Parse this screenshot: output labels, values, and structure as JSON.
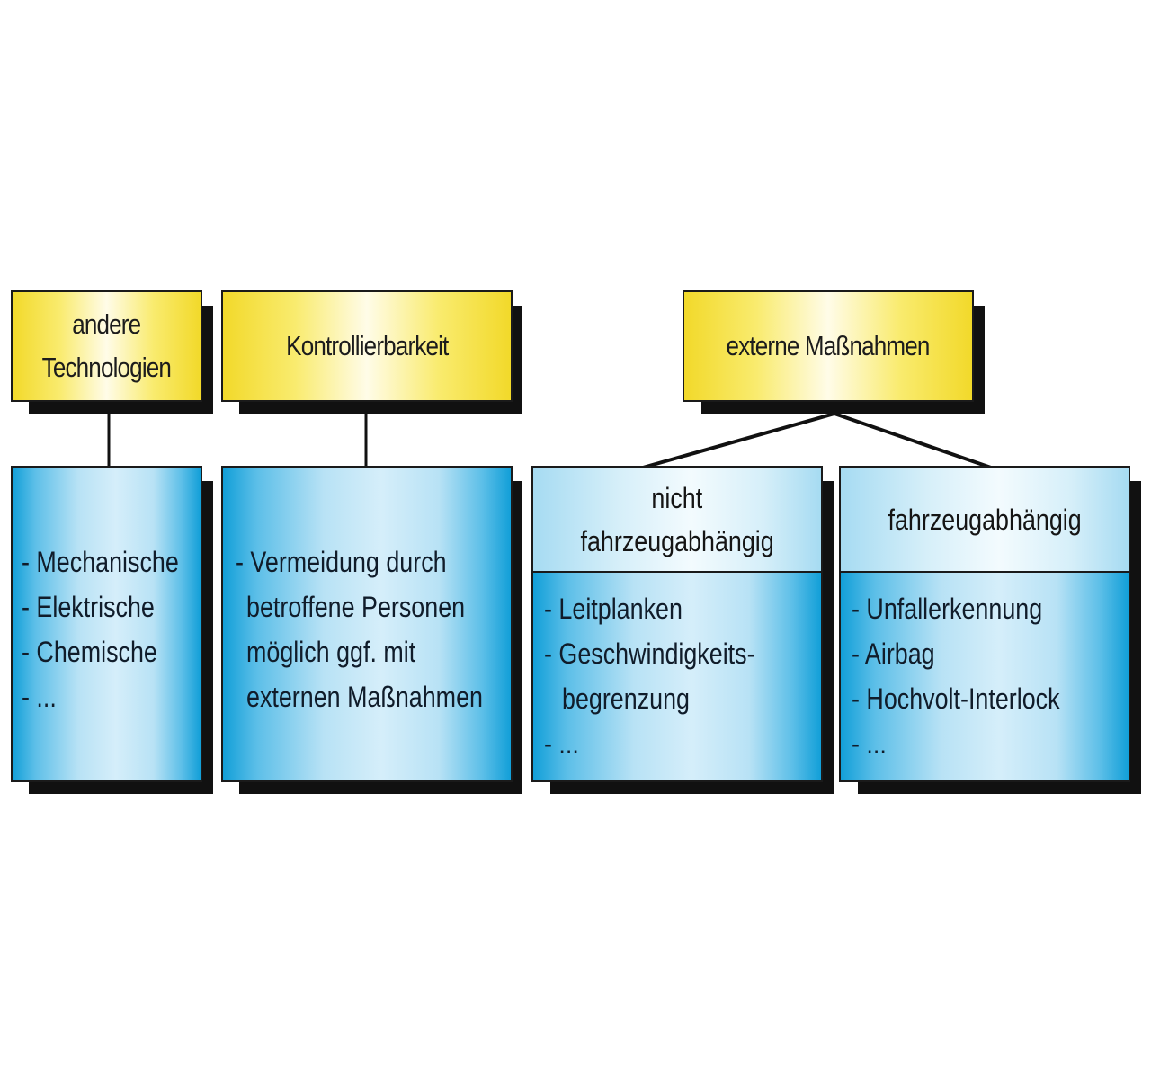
{
  "diagram": {
    "categories": [
      {
        "id": "andere-technologien",
        "header_lines": [
          "andere",
          "Technologien"
        ],
        "items": [
          "- Mechanische",
          "- Elektrische",
          "- Chemische",
          "- ..."
        ]
      },
      {
        "id": "kontrollierbarkeit",
        "header_lines": [
          "Kontrollierbarkeit"
        ],
        "items": [
          "- Vermeidung durch",
          "betroffene Personen",
          "möglich ggf. mit",
          "externen Maßnahmen"
        ]
      },
      {
        "id": "externe-massnahmen",
        "header_lines": [
          "externe Maßnahmen"
        ],
        "children": [
          {
            "id": "nicht-fahrzeugabhaengig",
            "title_lines": [
              "nicht",
              "fahrzeugabhängig"
            ],
            "items": [
              "- Leitplanken",
              "- Geschwindigkeits-",
              "begrenzung",
              "- ..."
            ]
          },
          {
            "id": "fahrzeugabhaengig",
            "title_lines": [
              "fahrzeugabhängig"
            ],
            "items": [
              "- Unfallerkennung",
              "- Airbag",
              "- Hochvolt-Interlock",
              "- ..."
            ]
          }
        ]
      }
    ],
    "colors": {
      "header_yellow": "#f2d92a",
      "box_blue": "#129fd8",
      "box_light": "#d5eefa",
      "outline": "#1a1a1a",
      "shadow": "#111111"
    }
  }
}
